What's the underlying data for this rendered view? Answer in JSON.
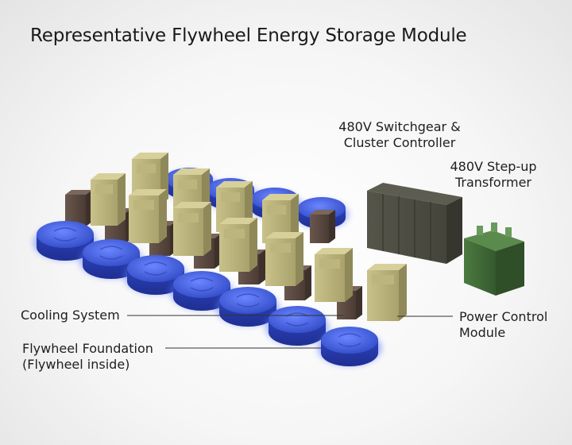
{
  "title": "Representative Flywheel Energy Storage Module",
  "labels": {
    "switchgear_line1": "480V Switchgear &",
    "switchgear_line2": "Cluster Controller",
    "transformer_line1": "480V Step-up",
    "transformer_line2": "Transformer",
    "cooling": "Cooling System",
    "power_control_line1": "Power Control",
    "power_control_line2": "Module",
    "foundation_line1": "Flywheel Foundation",
    "foundation_line2": "(Flywheel inside)"
  },
  "colors": {
    "flywheel_blue": "#3550c8",
    "flywheel_glow": "#5b78ff",
    "power_module": "#b8b078",
    "cooling_unit": "#5a4a42",
    "switchgear": "#4c4c42",
    "transformer": "#3f6a36"
  }
}
